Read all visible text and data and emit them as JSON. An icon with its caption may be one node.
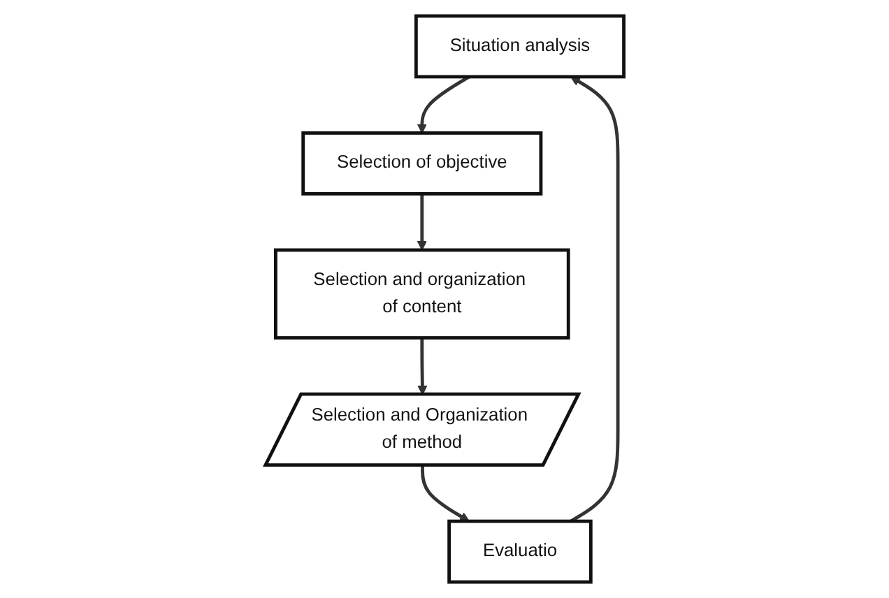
{
  "diagram": {
    "nodes": [
      {
        "text": [
          "Situation analysis"
        ]
      },
      {
        "text": [
          "Selection of objective"
        ]
      },
      {
        "text": [
          "Selection and organization of content"
        ]
      },
      {
        "text": [
          "Selection and Organization of method"
        ]
      },
      {
        "text": [
          "Evaluatio"
        ]
      }
    ],
    "edges": [
      {
        "from": 0,
        "to": 1,
        "arrow": "to"
      },
      {
        "from": 1,
        "to": 2,
        "arrow": "to"
      },
      {
        "from": 2,
        "to": 3,
        "arrow": "to"
      },
      {
        "from": 3,
        "to": 4,
        "arrow": "to"
      },
      {
        "from": 4,
        "to": 0,
        "arrow": "to"
      }
    ]
  }
}
